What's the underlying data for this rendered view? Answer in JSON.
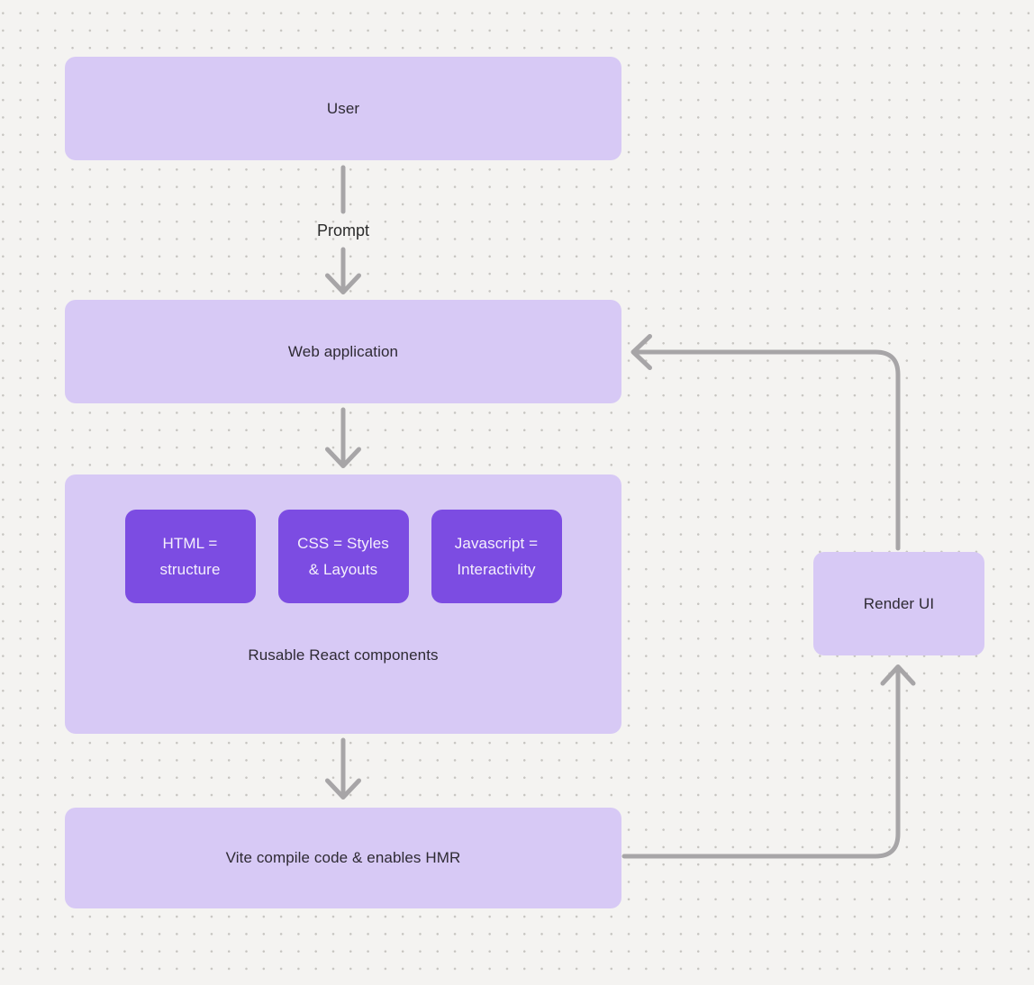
{
  "colors": {
    "bg": "#f4f3f1",
    "dot": "#c6c4c0",
    "node_fill": "#d7c9f5",
    "card_fill": "#7c4ce2",
    "card_text": "#f4effc",
    "text": "#2e2a33",
    "arrow": "#a7a5a7"
  },
  "nodes": {
    "user": {
      "label": "User"
    },
    "web_application": {
      "label": "Web application"
    },
    "components": {
      "caption": "Rusable React components",
      "cards": [
        {
          "line1": "HTML =",
          "line2": "structure"
        },
        {
          "line1": "CSS = Styles",
          "line2": "& Layouts"
        },
        {
          "line1": "Javascript =",
          "line2": "Interactivity"
        }
      ]
    },
    "vite": {
      "label": "Vite compile code & enables HMR"
    },
    "render_ui": {
      "label": "Render UI"
    }
  },
  "edges": {
    "user_to_webapp": {
      "from": "User",
      "to": "Web application",
      "label": "Prompt"
    },
    "webapp_to_components": {
      "from": "Web application",
      "to": "Rusable React components",
      "label": ""
    },
    "components_to_vite": {
      "from": "Rusable React components",
      "to": "Vite compile code & enables HMR",
      "label": ""
    },
    "vite_to_render": {
      "from": "Vite compile code & enables HMR",
      "to": "Render UI",
      "label": ""
    },
    "render_to_webapp": {
      "from": "Render UI",
      "to": "Web application",
      "label": ""
    }
  }
}
